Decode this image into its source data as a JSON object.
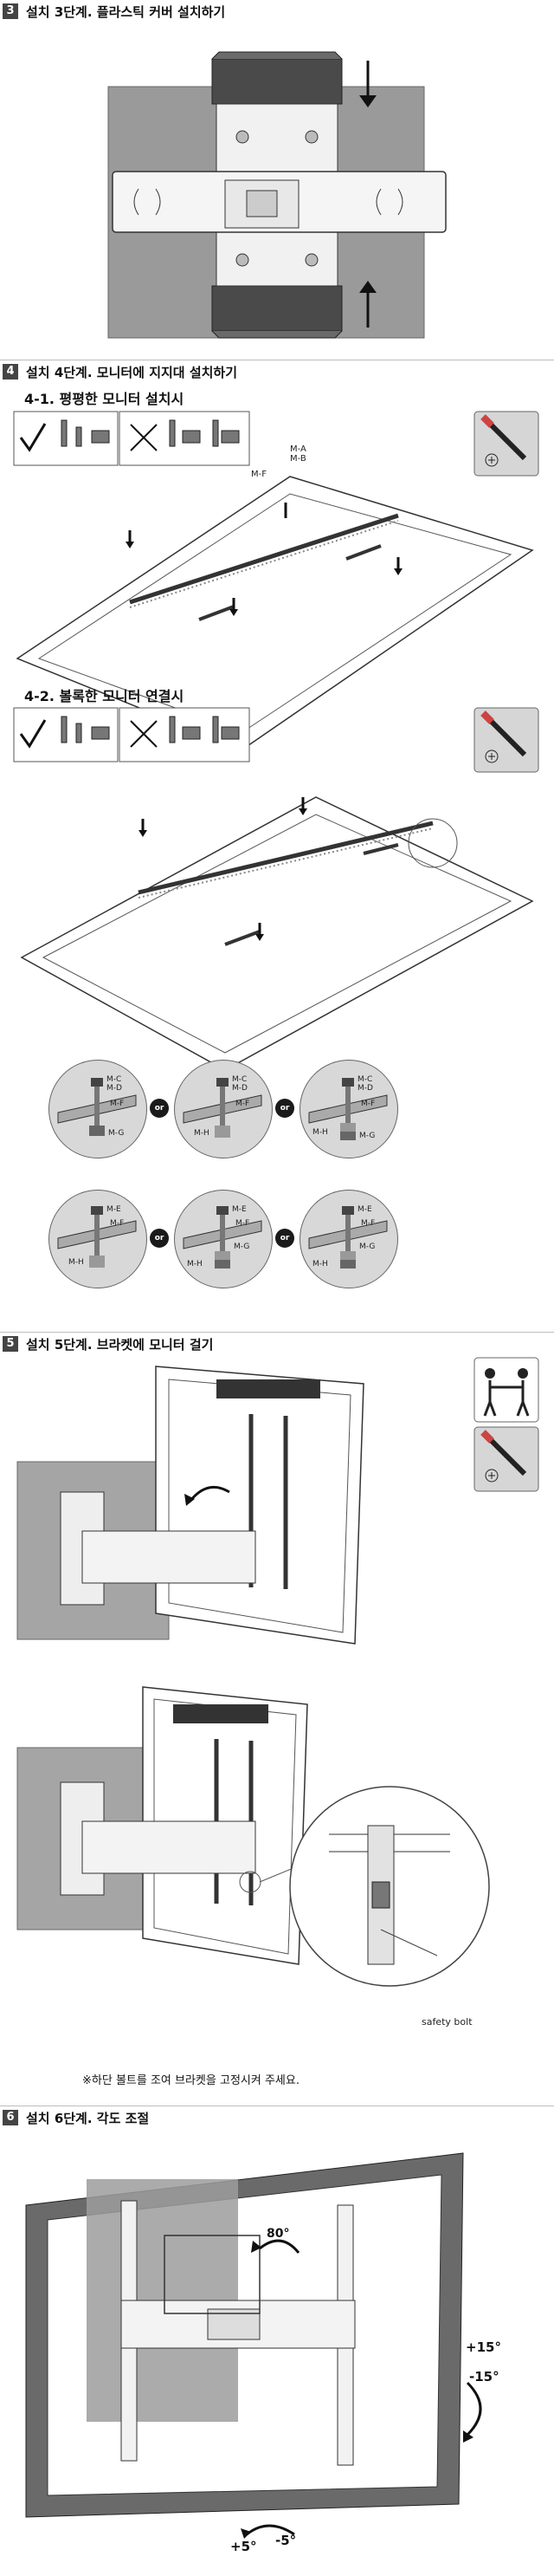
{
  "step3": {
    "num": "3",
    "title": "설치 3단계. 플라스틱 커버 설치하기"
  },
  "step4": {
    "num": "4",
    "title": "설치 4단계. 모니터에 지지대 설치하기",
    "sub1": "4-1. 평평한 모니터 설치시",
    "sub2": "4-2. 볼록한 모니터 연결시",
    "labels": {
      "ma": "M-A",
      "mb": "M-B",
      "mf": "M-F"
    },
    "details": [
      {
        "top1": "M-C",
        "top2": "M-D",
        "mid": "M-F",
        "bot": "M-G",
        "left": ""
      },
      {
        "top1": "M-C",
        "top2": "M-D",
        "mid": "M-F",
        "bot": "",
        "left": "M-H"
      },
      {
        "top1": "M-C",
        "top2": "M-D",
        "mid": "M-F",
        "bot": "M-G",
        "left": "M-H"
      },
      {
        "top1": "M-E",
        "top2": "",
        "mid": "M-F",
        "bot": "",
        "left": "M-H"
      },
      {
        "top1": "M-E",
        "top2": "",
        "mid": "M-F",
        "bot": "M-G",
        "left": "M-H"
      },
      {
        "top1": "M-E",
        "top2": "",
        "mid": "M-F",
        "bot": "M-G",
        "left": "M-H"
      }
    ],
    "or": "or"
  },
  "step5": {
    "num": "5",
    "title": "설치 5단계. 브라켓에 모니터 걸기",
    "safety": "safety bolt",
    "note": "※하단 볼트를 조여 브라켓을 고정시켜 주세요."
  },
  "step6": {
    "num": "6",
    "title": "설치 6단계. 각도 조절",
    "rot": "80°",
    "tilt_up": "+15°",
    "tilt_down": "-15°",
    "swivel_plus": "+5°",
    "swivel_minus": "-5°"
  }
}
